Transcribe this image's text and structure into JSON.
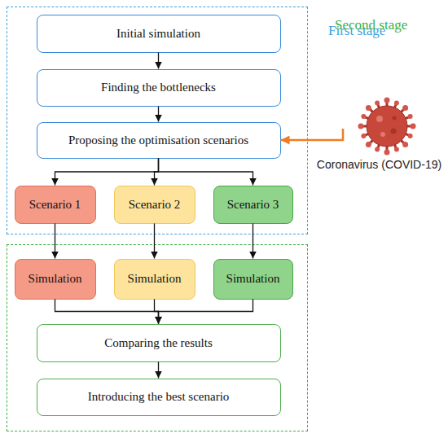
{
  "diagram": {
    "nodes": [
      {
        "text": [
          "First stage"
        ]
      },
      {
        "text": [
          "Initial simulation"
        ],
        "in": 0
      },
      {
        "text": [
          "Finding the bottlenecks"
        ],
        "in": 0
      },
      {
        "text": [
          "Proposing the optimisation scenarios"
        ],
        "in": 0
      },
      {
        "text": [
          "Scenario 1"
        ],
        "in": 0
      },
      {
        "text": [
          "Scenario 2"
        ],
        "in": 0
      },
      {
        "text": [
          "Scenario 3"
        ],
        "in": 0
      },
      {
        "text": [
          "Coronavirus (COVID-19)"
        ]
      },
      {
        "text": [
          "Second stage"
        ]
      },
      {
        "text": [
          "Simulation"
        ],
        "in": 8
      },
      {
        "text": [
          "Simulation"
        ],
        "in": 8
      },
      {
        "text": [
          "Simulation"
        ],
        "in": 8
      },
      {
        "text": [
          "Comparing the results"
        ],
        "in": 8
      },
      {
        "text": [
          "Introducing the best scenario"
        ],
        "in": 8
      }
    ],
    "edges": [
      {
        "from": 1,
        "to": 2,
        "arrow": "to"
      },
      {
        "from": 2,
        "to": 3,
        "arrow": "to"
      },
      {
        "from": 3,
        "to": 4,
        "arrow": "to"
      },
      {
        "from": 3,
        "to": 5,
        "arrow": "to"
      },
      {
        "from": 3,
        "to": 6,
        "arrow": "to"
      },
      {
        "from": 4,
        "to": 9,
        "arrow": "to"
      },
      {
        "from": 5,
        "to": 10,
        "arrow": "to"
      },
      {
        "from": 6,
        "to": 11,
        "arrow": "to"
      },
      {
        "from": 9,
        "to": 12,
        "arrow": "to"
      },
      {
        "from": 10,
        "to": 12,
        "arrow": "to"
      },
      {
        "from": 11,
        "to": 12,
        "arrow": "to"
      },
      {
        "from": 12,
        "to": 13,
        "arrow": "to"
      },
      {
        "from": 7,
        "to": 3,
        "arrow": "to"
      }
    ]
  }
}
